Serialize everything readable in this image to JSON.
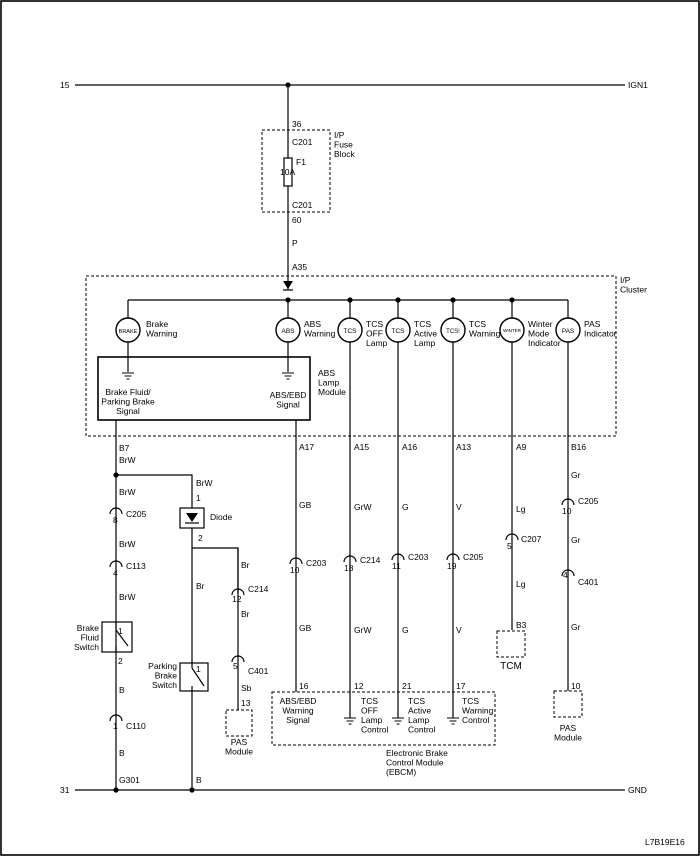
{
  "rails": {
    "top_left": "15",
    "top_right": "IGN1",
    "bottom_left": "31",
    "bottom_right": "GND"
  },
  "fuse_block": {
    "pin_top": "36",
    "conn_top": "C201",
    "title": "I/P\nFuse\nBlock",
    "fuse_name": "F1",
    "fuse_rating": "10A",
    "conn_bottom": "C201",
    "pin_bottom": "60",
    "wire_color": "P",
    "cluster_pin": "A35"
  },
  "cluster": {
    "title": "I/P\nCluster",
    "lamps": [
      {
        "symbol": "BRAKE",
        "label": "Brake\nWarning"
      },
      {
        "symbol": "ABS",
        "label": "ABS\nWarning"
      },
      {
        "symbol": "TCS",
        "label": "TCS\nOFF\nLamp"
      },
      {
        "symbol": "TCS",
        "label": "TCS\nActive\nLamp"
      },
      {
        "symbol": "TCS!",
        "label": "TCS\nWarning"
      },
      {
        "symbol": "WINTER",
        "label": "Winter\nMode\nIndicator"
      },
      {
        "symbol": "PAS",
        "label": "PAS\nIndicator"
      }
    ],
    "module_left_label": "Brake Fluid/\nParking Brake\nSignal",
    "module_right_label": "ABS/EBD\nSignal",
    "module_title": "ABS\nLamp\nModule"
  },
  "circuits": {
    "brake": {
      "cluster_pin": "B7",
      "color_top": "BrW",
      "color_1": "BrW",
      "conn_1": "C205",
      "conn_1_pin": "8",
      "color_2": "BrW",
      "conn_2": "C113",
      "conn_2_pin": "4",
      "color_3": "BrW",
      "switch_label": "Brake\nFluid\nSwitch",
      "switch_pin_top": "1",
      "switch_pin_bottom": "2",
      "color_4": "B",
      "conn_3": "C110",
      "conn_3_pin": "1",
      "color_5": "B",
      "ground": "G301"
    },
    "diode": {
      "color_in": "BrW",
      "pin_in": "1",
      "label": "Diode",
      "pin_out": "2",
      "color_out": "Br",
      "color_down": "Br",
      "switch_label": "Parking\nBrake\nSwitch",
      "switch_pin": "1",
      "color_ground": "B"
    },
    "pas_brake": {
      "color_1": "Br",
      "conn_1": "C214",
      "conn_1_pin": "12",
      "color_2": "Br",
      "conn_2": "C401",
      "conn_2_pin": "5",
      "color_3": "Sb",
      "module_pin": "13",
      "module": "PAS\nModule"
    },
    "abs": {
      "pin": "A17",
      "color_1": "GB",
      "conn": "C203",
      "conn_pin": "10",
      "color_2": "GB",
      "ebcm_pin": "16"
    },
    "tcs_off": {
      "pin": "A15",
      "color_1": "GrW",
      "conn": "C214",
      "conn_pin": "18",
      "color_2": "GrW",
      "ebcm_pin": "12"
    },
    "tcs_active": {
      "pin": "A16",
      "color_1": "G",
      "conn": "C203",
      "conn_pin": "11",
      "color_2": "G",
      "ebcm_pin": "21"
    },
    "tcs_warn": {
      "pin": "A13",
      "color_1": "V",
      "conn": "C205",
      "conn_pin": "19",
      "color_2": "V",
      "ebcm_pin": "17"
    },
    "winter": {
      "pin": "A9",
      "color_1": "Lg",
      "conn": "C207",
      "conn_pin": "5",
      "color_2": "Lg",
      "tcm_pin": "B3",
      "tcm": "TCM"
    },
    "pas": {
      "pin": "B16",
      "color_1": "Gr",
      "conn_1": "C205",
      "conn_1_pin": "10",
      "color_2": "Gr",
      "conn_2": "C401",
      "conn_2_pin": "4",
      "color_3": "Gr",
      "module_pin": "10",
      "module": "PAS\nModule"
    }
  },
  "ebcm": {
    "signals": [
      "ABS/EBD\nWarning\nSignal",
      "TCS\nOFF\nLamp\nControl",
      "TCS\nActive\nLamp\nControl",
      "TCS\nWarning\nControl"
    ],
    "title": "Electronic Brake\nControl Module\n(EBCM)"
  },
  "bottom_ground_color": "B",
  "doc_code": "L7B19E16"
}
